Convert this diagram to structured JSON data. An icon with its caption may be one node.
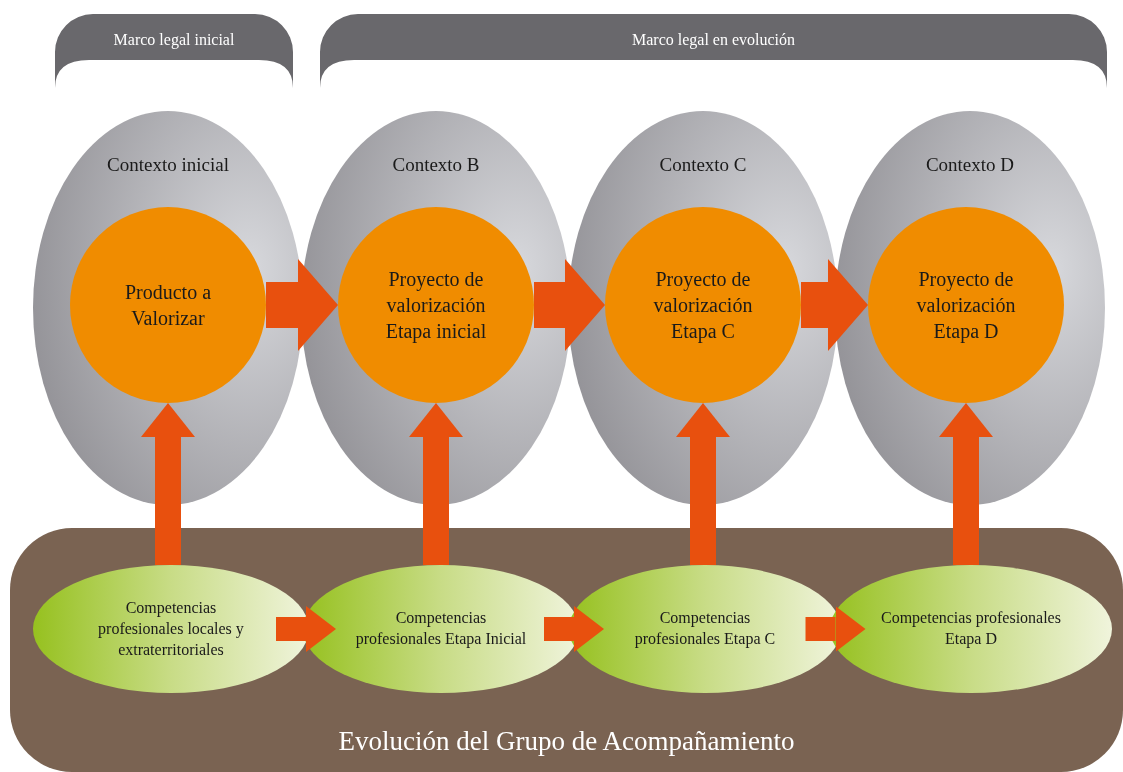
{
  "diagram": {
    "nodes": [
      {
        "text": [
          "Marco legal inicial"
        ]
      },
      {
        "text": [
          "Marco legal en evolución"
        ]
      },
      {
        "text": [
          "Contexto inicial"
        ]
      },
      {
        "text": [
          "Contexto B"
        ]
      },
      {
        "text": [
          "Contexto C"
        ]
      },
      {
        "text": [
          "Contexto D"
        ]
      },
      {
        "text": [
          "Producto a Valorizar"
        ],
        "in": 2
      },
      {
        "text": [
          "Proyecto de valorización Etapa inicial"
        ],
        "in": 3
      },
      {
        "text": [
          "Proyecto de valorización Etapa C"
        ],
        "in": 4
      },
      {
        "text": [
          "Proyecto de valorización Etapa D"
        ],
        "in": 5
      },
      {
        "text": [
          "Evolución del Grupo de Acompañamiento"
        ]
      },
      {
        "text": [
          "Competencias profesionales locales y extraterritoriales"
        ],
        "in": 10
      },
      {
        "text": [
          "Competencias profesionales Etapa Inicial"
        ],
        "in": 10
      },
      {
        "text": [
          "Competencias profesionales Etapa C"
        ],
        "in": 10
      },
      {
        "text": [
          "Competencias profesionales Etapa D"
        ],
        "in": 10
      }
    ],
    "edges": [
      {
        "from": 6,
        "to": 7,
        "arrow": "to"
      },
      {
        "from": 7,
        "to": 8,
        "arrow": "to"
      },
      {
        "from": 8,
        "to": 9,
        "arrow": "to"
      },
      {
        "from": 11,
        "to": 12,
        "arrow": "to"
      },
      {
        "from": 12,
        "to": 13,
        "arrow": "to"
      },
      {
        "from": 13,
        "to": 14,
        "arrow": "to"
      },
      {
        "from": 11,
        "to": 6,
        "arrow": "to"
      },
      {
        "from": 12,
        "to": 7,
        "arrow": "to"
      },
      {
        "from": 13,
        "to": 8,
        "arrow": "to"
      },
      {
        "from": 14,
        "to": 9,
        "arrow": "to"
      }
    ]
  }
}
